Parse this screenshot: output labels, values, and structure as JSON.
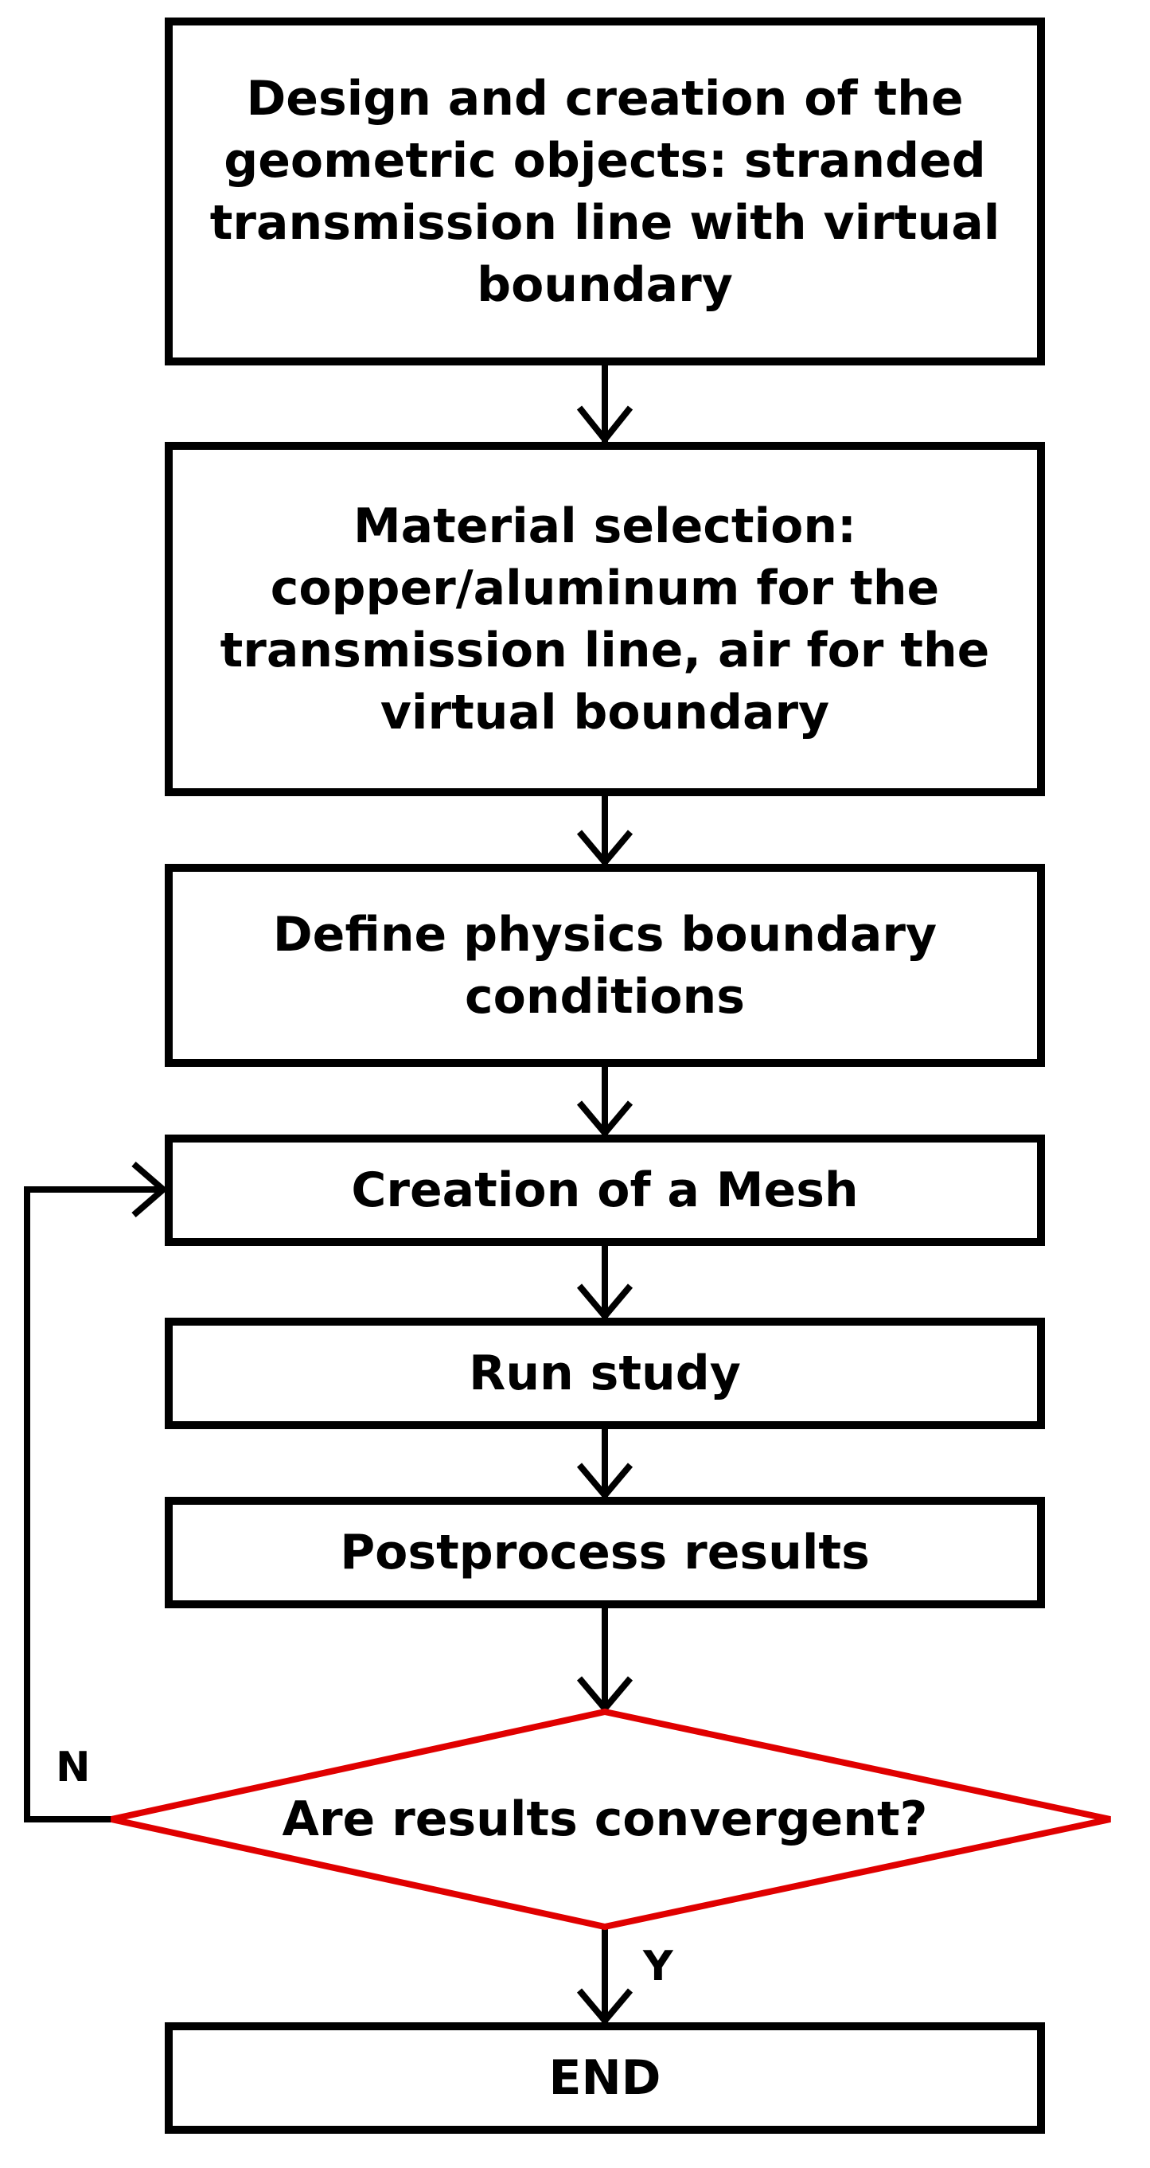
{
  "nodes": {
    "design": "Design and creation of the geometric objects: stranded transmission line with virtual boundary",
    "material": "Material selection: copper/aluminum for the transmission line, air for the virtual boundary",
    "physics": "Define physics boundary conditions",
    "mesh": "Creation of a Mesh",
    "run": "Run study",
    "postprocess": "Postprocess results",
    "decision": "Are results convergent?",
    "end": "END"
  },
  "edge_labels": {
    "no": "N",
    "yes": "Y"
  },
  "colors": {
    "box_border": "#000000",
    "decision_border": "#e00000",
    "arrow": "#000000"
  }
}
